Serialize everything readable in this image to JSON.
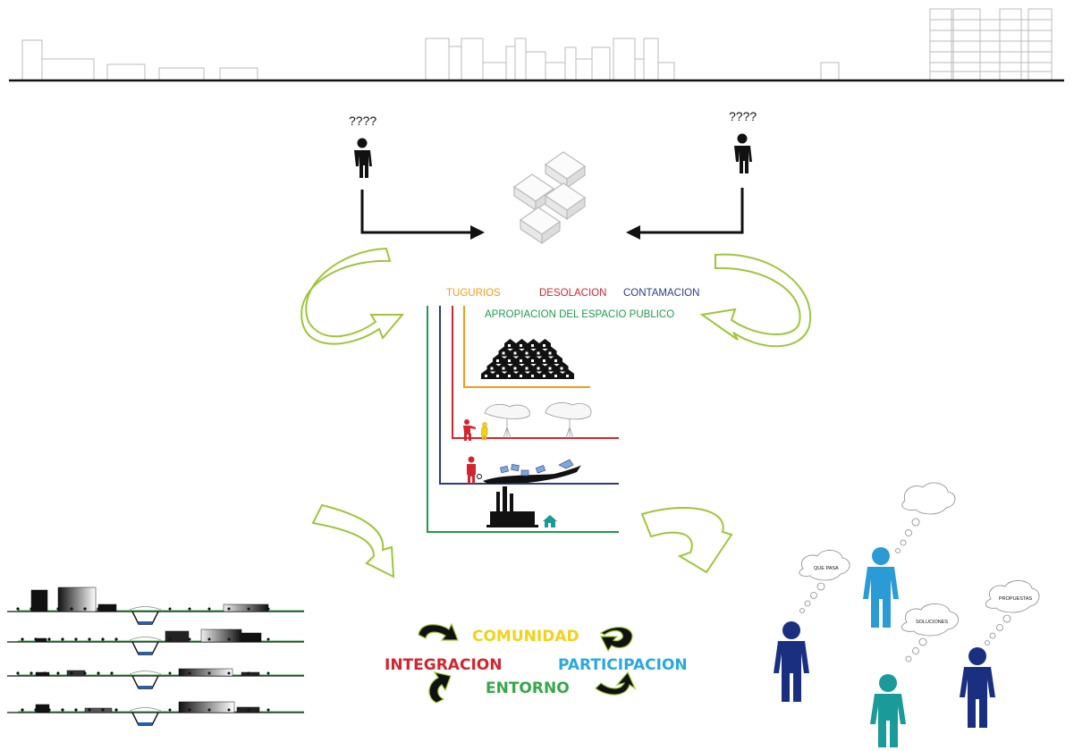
{
  "colors": {
    "line": "#111111",
    "arrow_green": "#9ec63b",
    "tugurios": "#f39c1b",
    "desolacion": "#d3252f",
    "contamacion": "#2a3a8c",
    "apropiacion": "#1f9a4c",
    "comunidad": "#f2d21a",
    "integracion": "#d3252f",
    "participacion": "#29a9df",
    "entorno": "#35a847",
    "person_light_blue": "#2b9bd6",
    "person_teal": "#1b9a9a",
    "person_navy": "#1b2f80"
  },
  "problems": {
    "tugurios": "TUGURIOS",
    "desolacion": "DESOLACION",
    "contamacion": "CONTAMACION",
    "apropiacion": "APROPIACION DEL ESPACIO PUBLICO"
  },
  "people_top": {
    "left_question": "????",
    "right_question": "????"
  },
  "values": {
    "comunidad": "COMUNIDAD",
    "integracion": "INTEGRACION",
    "participacion": "PARTICIPACION",
    "entorno": "ENTORNO"
  },
  "thoughts": {
    "que_pasa": "QUE PASA",
    "soluciones": "SOLUCIONES",
    "propuestas": "PROPUESTAS"
  }
}
